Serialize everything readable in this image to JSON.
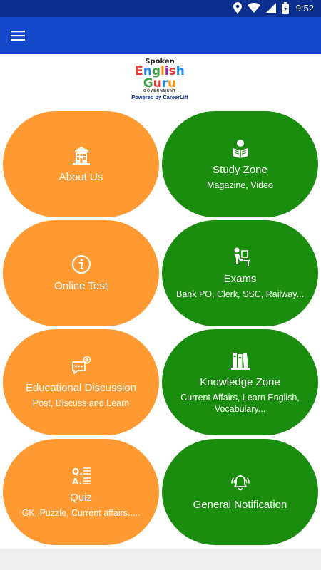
{
  "status_bar": {
    "time": "9:52"
  },
  "logo": {
    "line1": "Spoken",
    "english_letters": [
      "E",
      "n",
      "g",
      "l",
      "i",
      "s",
      "h"
    ],
    "english_colors": [
      "#e53935",
      "#1e88e5",
      "#43a047",
      "#fb8c00",
      "#8e24aa",
      "#e53935",
      "#1e88e5"
    ],
    "guru_letters": [
      "G",
      "u",
      "r",
      "u"
    ],
    "guru_colors": [
      "#43a047",
      "#e53935",
      "#1e88e5",
      "#fb8c00"
    ],
    "line4": "GOVERNMENT",
    "powered": "Powered by CareerLift"
  },
  "tiles": [
    {
      "title": "About Us",
      "subtitle": "",
      "icon": "building-icon",
      "color": "#ff9a33"
    },
    {
      "title": "Study Zone",
      "subtitle": "Magazine, Video",
      "icon": "reader-icon",
      "color": "#1a8c0e"
    },
    {
      "title": "Online Test",
      "subtitle": "",
      "icon": "info-circle-icon",
      "color": "#ff9a33"
    },
    {
      "title": "Exams",
      "subtitle": "Bank PO, Clerk, SSC, Railway...",
      "icon": "student-desk-icon",
      "color": "#1a8c0e"
    },
    {
      "title": "Educational Discussion",
      "subtitle": "Post, Discuss and Learn",
      "icon": "chat-bubble-icon",
      "color": "#ff9a33"
    },
    {
      "title": "Knowledge Zone",
      "subtitle": "Current Affairs, Learn English, Vocabulary...",
      "icon": "books-icon",
      "color": "#1a8c0e"
    },
    {
      "title": "Quiz",
      "subtitle": "GK, Puzzle, Current affairs.....",
      "icon": "qa-list-icon",
      "color": "#ff9a33"
    },
    {
      "title": "General Notification",
      "subtitle": "",
      "icon": "bell-ring-icon",
      "color": "#1a8c0e"
    }
  ]
}
